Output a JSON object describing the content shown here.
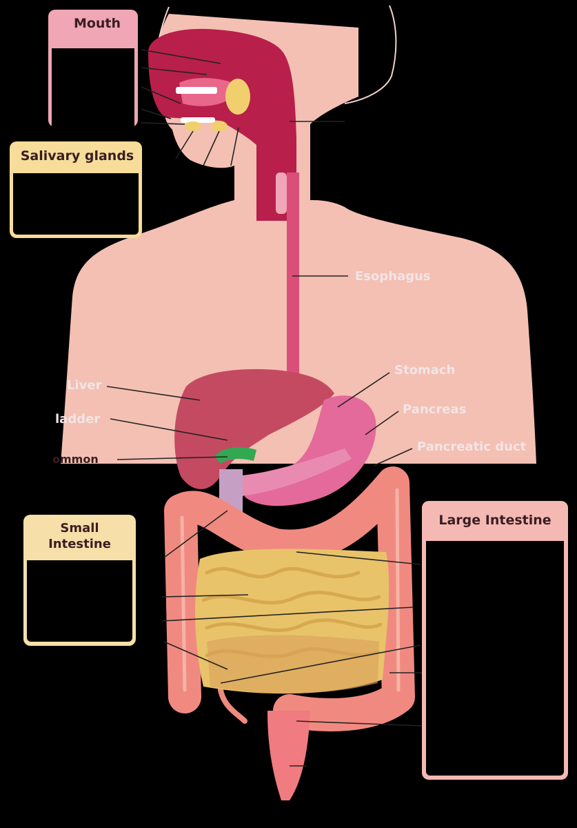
{
  "boxes": {
    "mouth": {
      "title": "Mouth",
      "color": "#f0a6b4"
    },
    "salivary": {
      "title": "Salivary glands",
      "color": "#f7dc9a"
    },
    "small_intestine": {
      "title_line1": "Small",
      "title_line2": "Intestine",
      "color": "#f6dfa8"
    },
    "large_intestine": {
      "title": "Large Intestine",
      "color": "#f5b9b4"
    }
  },
  "labels": {
    "esophagus": "Esophagus",
    "stomach": "Stomach",
    "pancreas": "Pancreas",
    "pancreatic_duct": "Pancreatic duct",
    "liver": "Liver",
    "gallbladder": "ladder",
    "common_bile_duct": "ommon"
  },
  "colors": {
    "body": "#f3c0b3",
    "mouth_tissue": "#b81f4a",
    "esophagus": "#d94f7a",
    "liver": "#c44a62",
    "stomach": "#e36a9a",
    "large_intestine": "#f08a80",
    "small_intestine": "#e8c36a",
    "rectum": "#f07b80"
  }
}
